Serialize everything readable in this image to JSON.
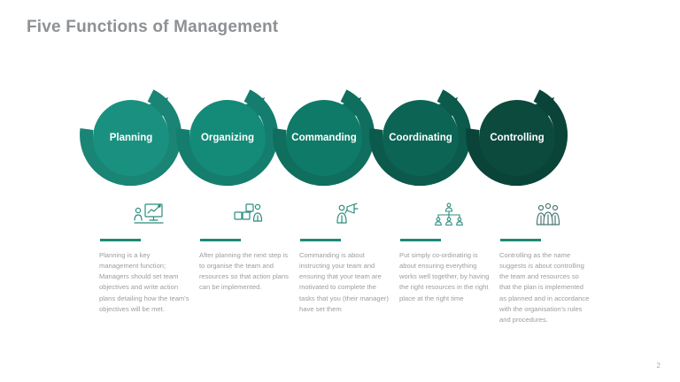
{
  "slide": {
    "title": "Five Functions of Management",
    "page_number": "2",
    "background_color": "#ffffff",
    "title_color": "#8e9194",
    "body_text_color": "#9a9da0",
    "rule_color": "#1d8a78"
  },
  "steps": [
    {
      "label": "Planning",
      "circle_color": "#1a9180",
      "arc_color": "#1a8475",
      "icon_name": "presentation-chart-person-icon",
      "body": "Planning is a key management function; Managers should set team objectives and write action plans detailing how the team's objectives will be met."
    },
    {
      "label": "Organizing",
      "circle_color": "#148a78",
      "arc_color": "#147d6d",
      "icon_name": "person-puzzle-organize-icon",
      "body": "After planning the next step is to organise the team and resources so that action plans can be implemented."
    },
    {
      "label": "Commanding",
      "circle_color": "#0f7a68",
      "arc_color": "#0f6e5e",
      "icon_name": "person-megaphone-icon",
      "body": "Commanding is about instructing your team and ensuring that your team are motivated to complete the tasks that you (their manager) have set them"
    },
    {
      "label": "Coordinating",
      "circle_color": "#0c6454",
      "arc_color": "#0b5a4c",
      "icon_name": "org-chart-hierarchy-icon",
      "body": "Put simply co-ordinating is about ensuring everything works well together, by having the right resources in the right place at the right time"
    },
    {
      "label": "Controlling",
      "circle_color": "#0c4a3d",
      "arc_color": "#0a4438",
      "icon_name": "three-people-group-icon",
      "body": "Controlling as the name suggests is about controlling the team and resources so that the plan is implemented as planned and in accordance with the organisation's rules and procedures."
    }
  ]
}
